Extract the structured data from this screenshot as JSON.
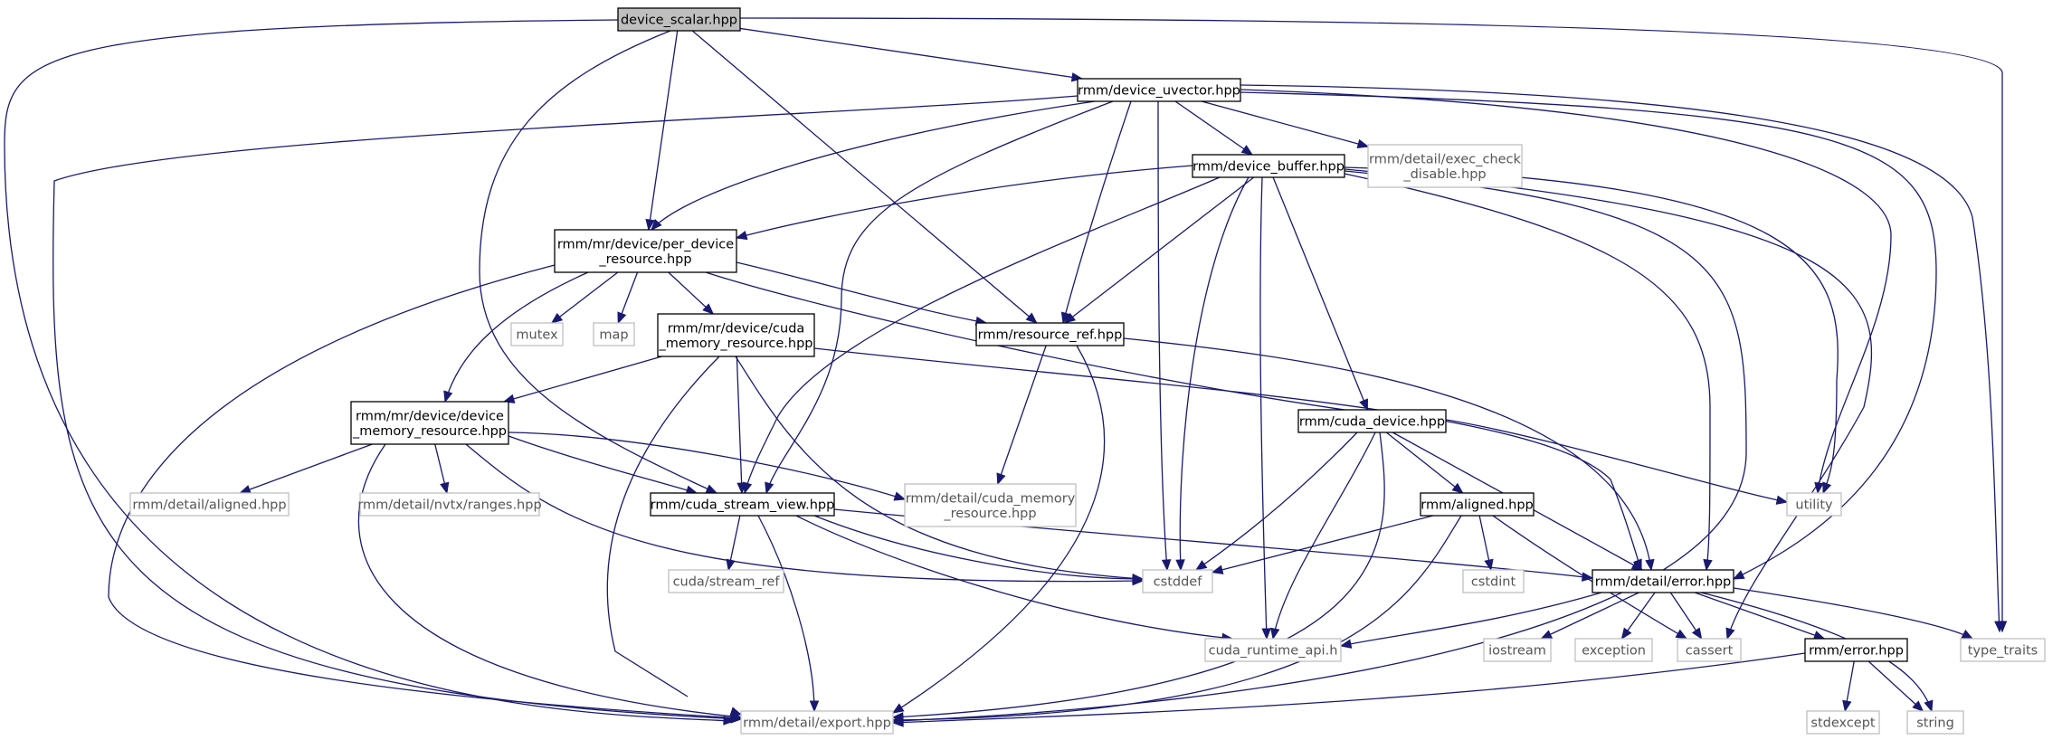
{
  "graph": {
    "colors": {
      "edge": "#191970",
      "root_fill": "#bfbfbf",
      "root_stroke": "#000000",
      "local_stroke": "#000000",
      "external_stroke": "#bfbfbf",
      "external_text": "#555555"
    },
    "nodes": [
      {
        "id": "device_scalar",
        "label": [
          "device_scalar.hpp"
        ],
        "kind": "root"
      },
      {
        "id": "device_uvector",
        "label": [
          "rmm/device_uvector.hpp"
        ],
        "kind": "local"
      },
      {
        "id": "device_buffer",
        "label": [
          "rmm/device_buffer.hpp"
        ],
        "kind": "local"
      },
      {
        "id": "exec_check_disable",
        "label": [
          "rmm/detail/exec_check",
          "_disable.hpp"
        ],
        "kind": "external"
      },
      {
        "id": "per_device_resource",
        "label": [
          "rmm/mr/device/per_device",
          "_resource.hpp"
        ],
        "kind": "local"
      },
      {
        "id": "mutex",
        "label": [
          "mutex"
        ],
        "kind": "external"
      },
      {
        "id": "map",
        "label": [
          "map"
        ],
        "kind": "external"
      },
      {
        "id": "cuda_memory_resource",
        "label": [
          "rmm/mr/device/cuda",
          "_memory_resource.hpp"
        ],
        "kind": "local"
      },
      {
        "id": "resource_ref",
        "label": [
          "rmm/resource_ref.hpp"
        ],
        "kind": "local"
      },
      {
        "id": "device_memory_resource",
        "label": [
          "rmm/mr/device/device",
          "_memory_resource.hpp"
        ],
        "kind": "local"
      },
      {
        "id": "cuda_device",
        "label": [
          "rmm/cuda_device.hpp"
        ],
        "kind": "local"
      },
      {
        "id": "detail_aligned",
        "label": [
          "rmm/detail/aligned.hpp"
        ],
        "kind": "external"
      },
      {
        "id": "nvtx_ranges",
        "label": [
          "rmm/detail/nvtx/ranges.hpp"
        ],
        "kind": "external"
      },
      {
        "id": "cuda_stream_view",
        "label": [
          "rmm/cuda_stream_view.hpp"
        ],
        "kind": "local"
      },
      {
        "id": "detail_cuda_memory_resource",
        "label": [
          "rmm/detail/cuda_memory",
          "_resource.hpp"
        ],
        "kind": "external"
      },
      {
        "id": "aligned",
        "label": [
          "rmm/aligned.hpp"
        ],
        "kind": "local"
      },
      {
        "id": "utility",
        "label": [
          "utility"
        ],
        "kind": "external"
      },
      {
        "id": "cuda_stream_ref",
        "label": [
          "cuda/stream_ref"
        ],
        "kind": "external"
      },
      {
        "id": "cstddef",
        "label": [
          "cstddef"
        ],
        "kind": "external"
      },
      {
        "id": "cstdint",
        "label": [
          "cstdint"
        ],
        "kind": "external"
      },
      {
        "id": "detail_error",
        "label": [
          "rmm/detail/error.hpp"
        ],
        "kind": "local"
      },
      {
        "id": "cuda_runtime_api",
        "label": [
          "cuda_runtime_api.h"
        ],
        "kind": "external"
      },
      {
        "id": "iostream",
        "label": [
          "iostream"
        ],
        "kind": "external"
      },
      {
        "id": "exception",
        "label": [
          "exception"
        ],
        "kind": "external"
      },
      {
        "id": "cassert",
        "label": [
          "cassert"
        ],
        "kind": "external"
      },
      {
        "id": "error",
        "label": [
          "rmm/error.hpp"
        ],
        "kind": "local"
      },
      {
        "id": "type_traits",
        "label": [
          "type_traits"
        ],
        "kind": "external"
      },
      {
        "id": "string",
        "label": [
          "string"
        ],
        "kind": "external"
      },
      {
        "id": "stdexcept",
        "label": [
          "stdexcept"
        ],
        "kind": "external"
      },
      {
        "id": "detail_export",
        "label": [
          "rmm/detail/export.hpp"
        ],
        "kind": "external"
      }
    ],
    "edges": [
      {
        "from": "device_scalar",
        "to": "device_uvector"
      },
      {
        "from": "device_scalar",
        "to": "per_device_resource"
      },
      {
        "from": "device_scalar",
        "to": "resource_ref"
      },
      {
        "from": "device_scalar",
        "to": "cuda_stream_view"
      },
      {
        "from": "device_scalar",
        "to": "type_traits"
      },
      {
        "from": "device_scalar",
        "to": "detail_export"
      },
      {
        "from": "device_uvector",
        "to": "device_buffer"
      },
      {
        "from": "device_uvector",
        "to": "exec_check_disable"
      },
      {
        "from": "device_uvector",
        "to": "per_device_resource"
      },
      {
        "from": "device_uvector",
        "to": "resource_ref"
      },
      {
        "from": "device_uvector",
        "to": "cuda_stream_view"
      },
      {
        "from": "device_uvector",
        "to": "cstddef"
      },
      {
        "from": "device_uvector",
        "to": "utility"
      },
      {
        "from": "device_uvector",
        "to": "detail_error"
      },
      {
        "from": "device_uvector",
        "to": "type_traits"
      },
      {
        "from": "device_uvector",
        "to": "detail_export"
      },
      {
        "from": "device_buffer",
        "to": "per_device_resource"
      },
      {
        "from": "device_buffer",
        "to": "resource_ref"
      },
      {
        "from": "device_buffer",
        "to": "cuda_device"
      },
      {
        "from": "device_buffer",
        "to": "cuda_stream_view"
      },
      {
        "from": "device_buffer",
        "to": "cstddef"
      },
      {
        "from": "device_buffer",
        "to": "utility"
      },
      {
        "from": "device_buffer",
        "to": "detail_error"
      },
      {
        "from": "device_buffer",
        "to": "cuda_runtime_api"
      },
      {
        "from": "device_buffer",
        "to": "cassert"
      },
      {
        "from": "device_buffer",
        "to": "detail_export"
      },
      {
        "from": "per_device_resource",
        "to": "mutex"
      },
      {
        "from": "per_device_resource",
        "to": "map"
      },
      {
        "from": "per_device_resource",
        "to": "cuda_memory_resource"
      },
      {
        "from": "per_device_resource",
        "to": "resource_ref"
      },
      {
        "from": "per_device_resource",
        "to": "device_memory_resource"
      },
      {
        "from": "per_device_resource",
        "to": "cuda_device"
      },
      {
        "from": "per_device_resource",
        "to": "detail_export"
      },
      {
        "from": "cuda_memory_resource",
        "to": "device_memory_resource"
      },
      {
        "from": "cuda_memory_resource",
        "to": "cuda_stream_view"
      },
      {
        "from": "cuda_memory_resource",
        "to": "detail_error"
      },
      {
        "from": "cuda_memory_resource",
        "to": "cstddef"
      },
      {
        "from": "cuda_memory_resource",
        "to": "detail_export"
      },
      {
        "from": "resource_ref",
        "to": "detail_cuda_memory_resource"
      },
      {
        "from": "resource_ref",
        "to": "detail_error"
      },
      {
        "from": "resource_ref",
        "to": "detail_export"
      },
      {
        "from": "device_memory_resource",
        "to": "detail_aligned"
      },
      {
        "from": "device_memory_resource",
        "to": "nvtx_ranges"
      },
      {
        "from": "device_memory_resource",
        "to": "cuda_stream_view"
      },
      {
        "from": "device_memory_resource",
        "to": "detail_cuda_memory_resource"
      },
      {
        "from": "device_memory_resource",
        "to": "cstddef"
      },
      {
        "from": "device_memory_resource",
        "to": "detail_export"
      },
      {
        "from": "cuda_device",
        "to": "aligned"
      },
      {
        "from": "cuda_device",
        "to": "utility"
      },
      {
        "from": "cuda_device",
        "to": "cstddef"
      },
      {
        "from": "cuda_device",
        "to": "detail_error"
      },
      {
        "from": "cuda_device",
        "to": "cuda_runtime_api"
      },
      {
        "from": "cuda_device",
        "to": "detail_export"
      },
      {
        "from": "cuda_stream_view",
        "to": "cuda_stream_ref"
      },
      {
        "from": "cuda_stream_view",
        "to": "cstddef"
      },
      {
        "from": "cuda_stream_view",
        "to": "detail_error"
      },
      {
        "from": "cuda_stream_view",
        "to": "cuda_runtime_api"
      },
      {
        "from": "cuda_stream_view",
        "to": "detail_export"
      },
      {
        "from": "aligned",
        "to": "cstddef"
      },
      {
        "from": "aligned",
        "to": "cstdint"
      },
      {
        "from": "aligned",
        "to": "cassert"
      },
      {
        "from": "aligned",
        "to": "detail_export"
      },
      {
        "from": "detail_error",
        "to": "cuda_runtime_api"
      },
      {
        "from": "detail_error",
        "to": "iostream"
      },
      {
        "from": "detail_error",
        "to": "exception"
      },
      {
        "from": "detail_error",
        "to": "cassert"
      },
      {
        "from": "detail_error",
        "to": "error"
      },
      {
        "from": "detail_error",
        "to": "type_traits"
      },
      {
        "from": "detail_error",
        "to": "string"
      },
      {
        "from": "error",
        "to": "stdexcept"
      },
      {
        "from": "error",
        "to": "string"
      },
      {
        "from": "error",
        "to": "detail_export"
      }
    ]
  }
}
